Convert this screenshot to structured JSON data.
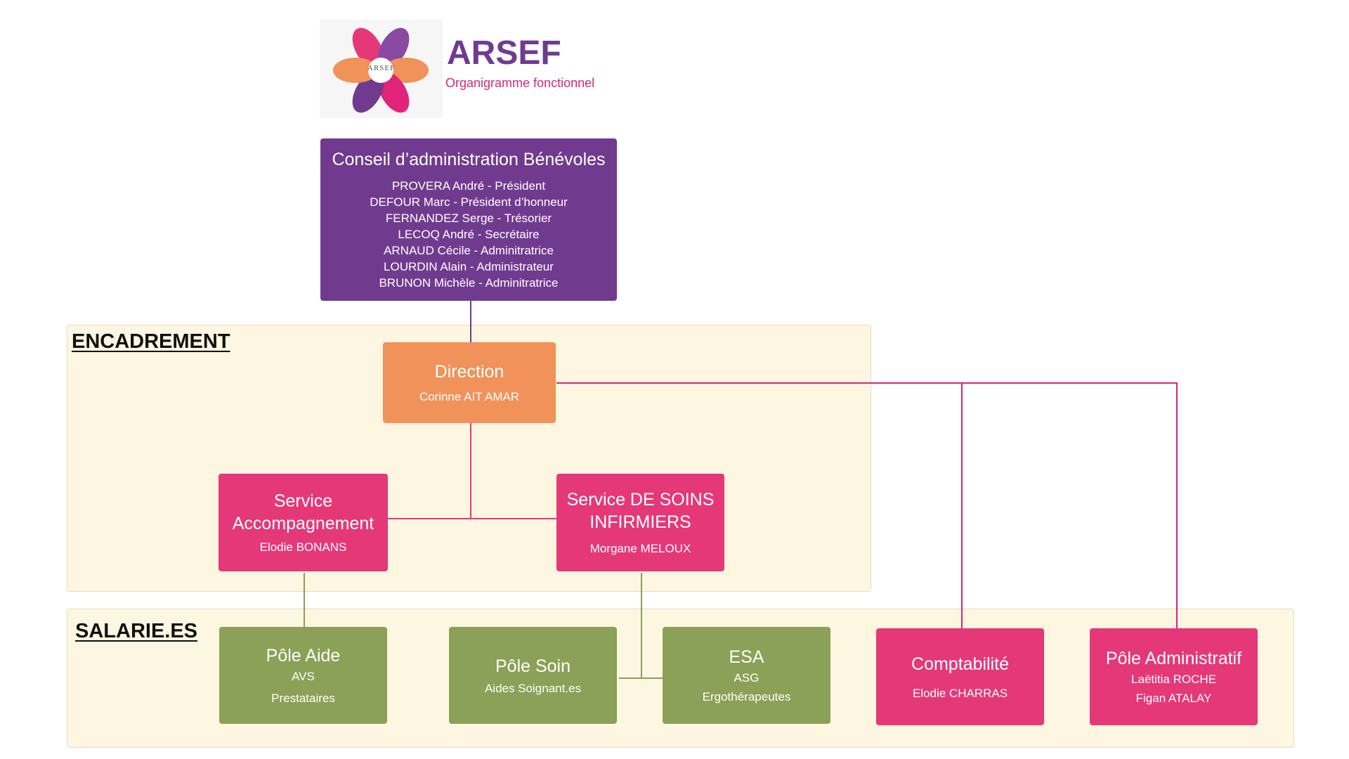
{
  "header": {
    "logo_text": "ARSEF",
    "title": "ARSEF",
    "subtitle": "Organigramme fonctionnel"
  },
  "colors": {
    "purple": "#703b8f",
    "orange": "#f0925a",
    "pink": "#e53878",
    "green": "#8aa157",
    "band": "#fdf6e0"
  },
  "bands": {
    "encadrement": "ENCADREMENT",
    "salaries": "SALARIE.ES"
  },
  "board": {
    "title": "Conseil d’administration Bénévoles",
    "members": [
      "PROVERA André - Président",
      "DEFOUR Marc - Président d’honneur",
      "FERNANDEZ Serge - Trésorier",
      "LECOQ André - Secrétaire",
      "ARNAUD Cécile - Adminitratrice",
      "LOURDIN Alain - Administrateur",
      "BRUNON Michèle - Adminitratrice"
    ]
  },
  "direction": {
    "title": "Direction",
    "person": "Corinne AIT AMAR"
  },
  "service_accompagnement": {
    "title": "Service Accompagnement",
    "person": "Elodie BONANS"
  },
  "service_soins": {
    "title": "Service DE SOINS INFIRMIERS",
    "person": "Morgane MELOUX"
  },
  "pole_aide": {
    "title": "Pôle Aide",
    "lines": [
      "AVS",
      "Prestataires"
    ]
  },
  "pole_soin": {
    "title": "Pôle Soin",
    "lines": [
      "Aides Soignant.es"
    ]
  },
  "esa": {
    "title": "ESA",
    "lines": [
      "ASG",
      "Ergothérapeutes"
    ]
  },
  "comptabilite": {
    "title": "Comptabilité",
    "lines": [
      "Elodie CHARRAS"
    ]
  },
  "pole_administratif": {
    "title": "Pôle Administratif",
    "lines": [
      "Laëtitia ROCHE",
      "Figan ATALAY"
    ]
  }
}
